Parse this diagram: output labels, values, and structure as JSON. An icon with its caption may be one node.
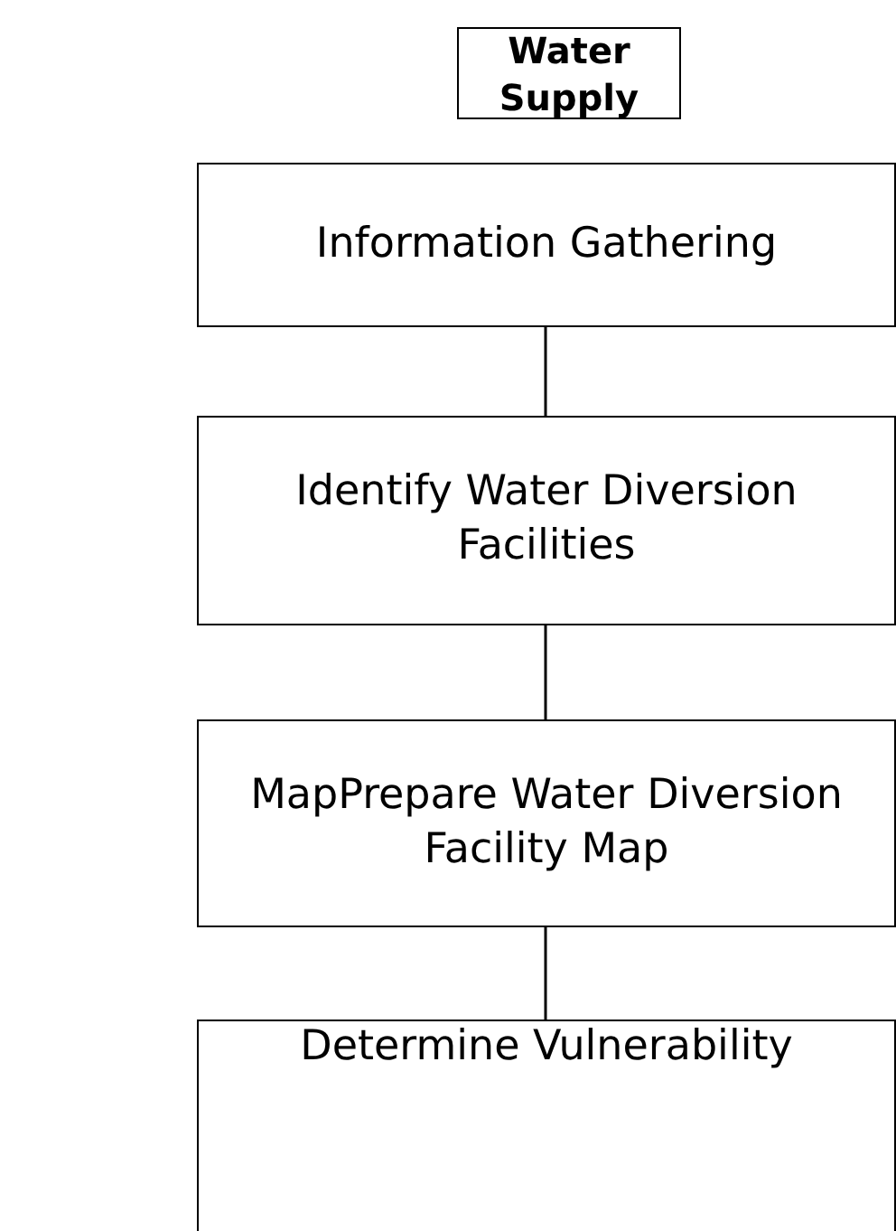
{
  "diagram": {
    "nodes": [
      {
        "text": [
          "Water Supply"
        ]
      },
      {
        "text": [
          "Information Gathering"
        ]
      },
      {
        "text": [
          "Identify Water Diversion Facilities"
        ]
      },
      {
        "text": [
          "MapPrepare Water Diversion Facility Map"
        ]
      },
      {
        "text": [
          "Determine Vulnerability"
        ]
      }
    ],
    "edges": [
      {
        "from": 1,
        "to": 2,
        "arrow": "none"
      },
      {
        "from": 2,
        "to": 3,
        "arrow": "none"
      },
      {
        "from": 3,
        "to": 4,
        "arrow": "none"
      }
    ]
  }
}
